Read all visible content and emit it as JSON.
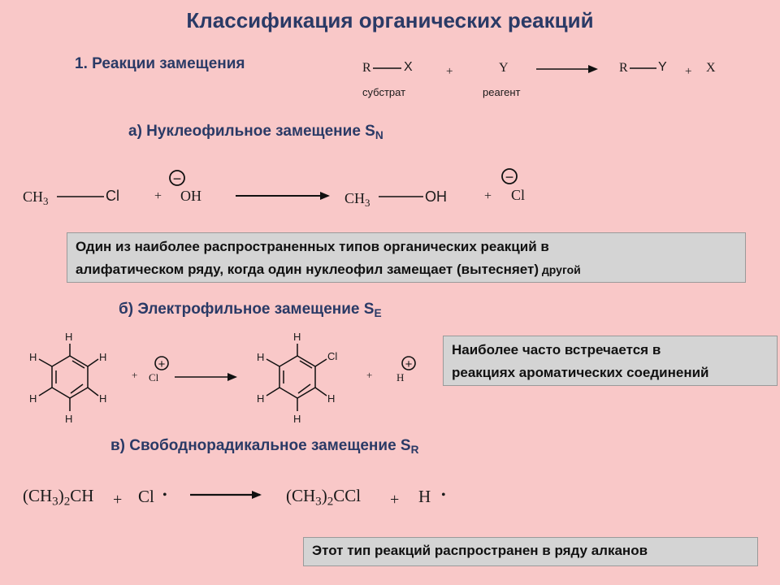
{
  "title": "Классификация органических реакций",
  "section1": {
    "heading": "1. Реакции замещения",
    "scheme": {
      "r": "R",
      "x": "X",
      "plus": "+",
      "y": "Y",
      "substrate_label": "субстрат",
      "reagent_label": "реагент"
    }
  },
  "section_a": {
    "heading": "а) Нуклеофильное замещение S",
    "heading_sub": "N",
    "eq": {
      "ch3": "CH",
      "sub3": "3",
      "cl": "Cl",
      "plus": "+",
      "oh": "OH",
      "minus": "−"
    },
    "note_line1": "Один из наиболее распространенных типов органических реакций в",
    "note_line2": "алифатическом ряду, когда один нуклеофил замещает (вытесняет)",
    "note_tail": " другой"
  },
  "section_b": {
    "heading": "б) Электрофильное замещение S",
    "heading_sub": "E",
    "eq": {
      "h": "H",
      "cl": "Cl",
      "plus": "+",
      "charge": "+"
    },
    "note_line1": "Наиболее часто встречается в",
    "note_line2": "реакциях ароматических соединений"
  },
  "section_c": {
    "heading": "в) Свободнорадикальное замещение S",
    "heading_sub": "R",
    "eq": {
      "open": "(CH",
      "sub3": "3",
      "close": ")",
      "sub2": "2",
      "ch": "CH",
      "ccl": "CCl",
      "plus": "+",
      "cl": "Cl",
      "h": "H",
      "dot": "•"
    },
    "note": "Этот тип реакций распространен в ряду алканов"
  }
}
